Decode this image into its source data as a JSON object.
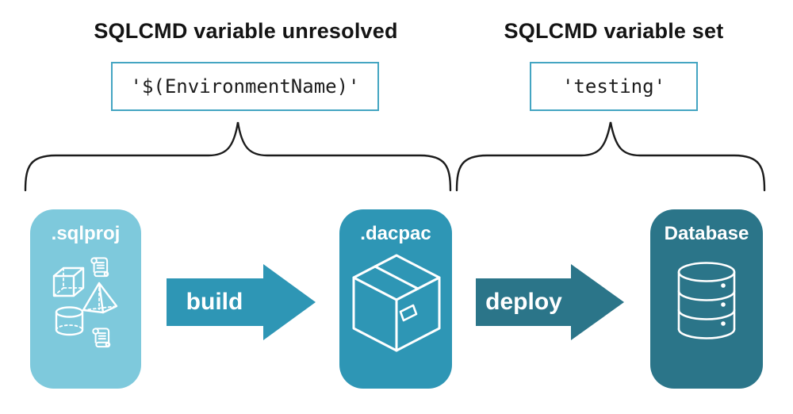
{
  "annotations": {
    "unresolved": {
      "title": "SQLCMD variable unresolved",
      "code": "'$(EnvironmentName)'"
    },
    "set": {
      "title": "SQLCMD variable set",
      "code": "'testing'"
    }
  },
  "pipeline": {
    "nodes": [
      {
        "id": "sqlproj",
        "label": ".sqlproj",
        "color": "#7ec9dc",
        "icon": "sql-objects-icon"
      },
      {
        "id": "dacpac",
        "label": ".dacpac",
        "color": "#2e96b5",
        "icon": "package-icon"
      },
      {
        "id": "database",
        "label": "Database",
        "color": "#2b7589",
        "icon": "database-icon"
      }
    ],
    "arrows": [
      {
        "label": "build",
        "color": "#2e96b5"
      },
      {
        "label": "deploy",
        "color": "#2b7589"
      }
    ]
  },
  "colors": {
    "code_box_border": "#44a5c2",
    "brace_stroke": "#1b1b1b",
    "heading_text": "#141414",
    "icon_stroke": "#ffffff",
    "background": "#ffffff"
  }
}
